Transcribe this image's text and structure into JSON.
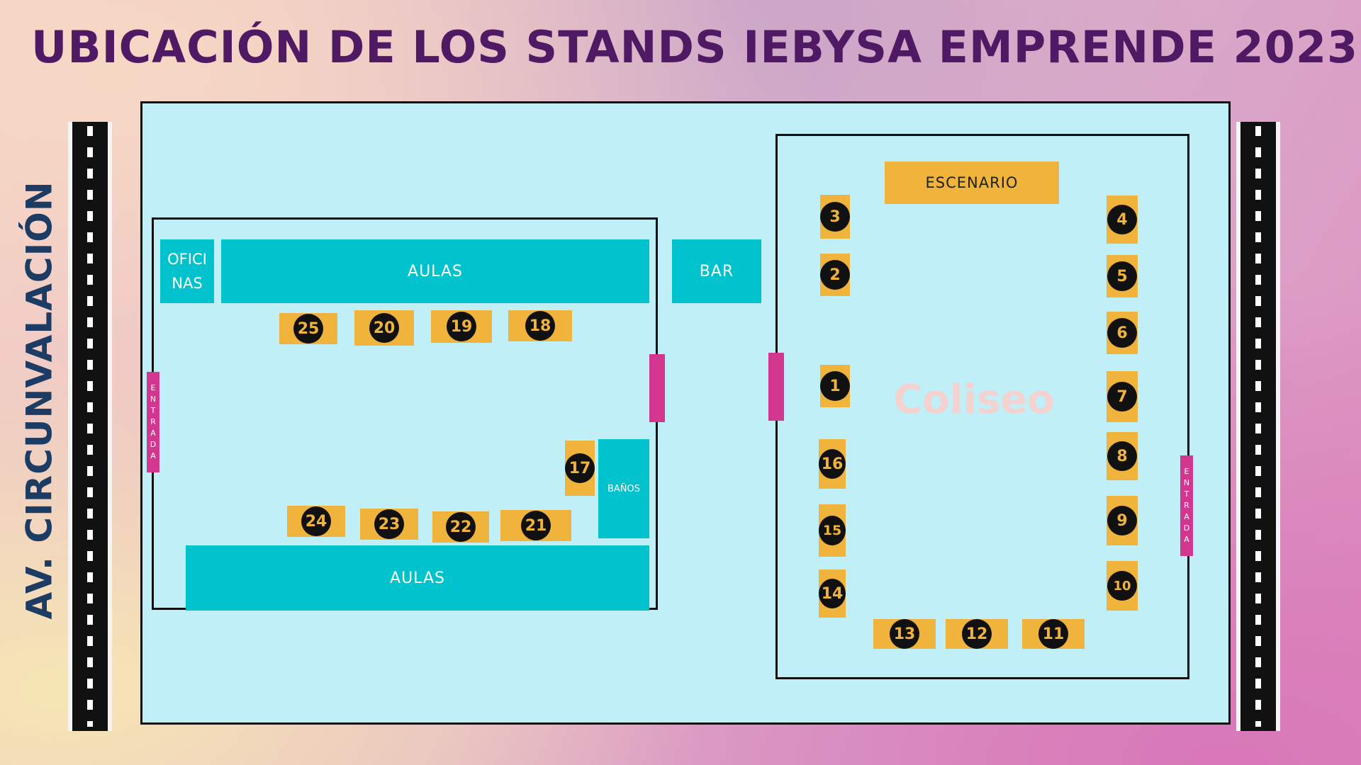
{
  "title": "UBICACIÓN DE LOS STANDS IEBYSA EMPRENDE 2023",
  "street_label": "AV. CIRCUNVALACIÓN",
  "areas": {
    "oficinas": "OFICI NAS",
    "aulas_top": "AULAS",
    "aulas_bottom": "AULAS",
    "bar": "BAR",
    "banos": "BAÑOS",
    "escenario": "ESCENARIO",
    "coliseo": "Coliseo",
    "entrada": "ENTRADA"
  },
  "stands": [
    "1",
    "2",
    "3",
    "4",
    "5",
    "6",
    "7",
    "8",
    "9",
    "10",
    "11",
    "12",
    "13",
    "14",
    "15",
    "16",
    "17",
    "18",
    "19",
    "20",
    "21",
    "22",
    "23",
    "24",
    "25"
  ],
  "colors": {
    "title": "#4f1a63",
    "street_label": "#1d3c63",
    "campus": "#c0eff7",
    "building": "#00c2cc",
    "stand": "#f0b33c",
    "door": "#d2368f",
    "coliseo_text": "#f4d2d0"
  }
}
